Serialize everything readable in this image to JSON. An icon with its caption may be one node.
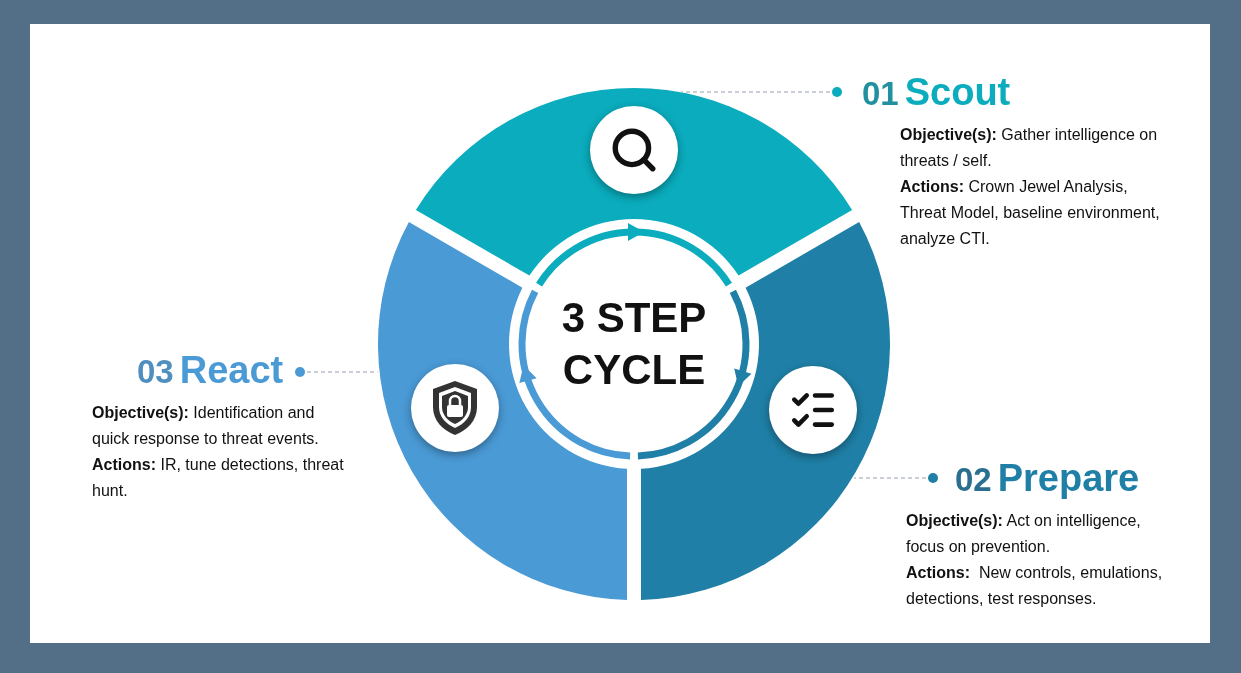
{
  "diagram": {
    "nodes": [
      {
        "text": [
          "3 STEP CYCLE"
        ]
      },
      {
        "text": [],
        "shape": "segment"
      },
      {
        "text": [],
        "shape": "segment"
      },
      {
        "text": [],
        "shape": "segment"
      },
      {
        "text": [
          "01",
          "Scout",
          "**Objective(s):** Gather intelligence on threats / self.",
          "**Actions:** Crown Jewel Analysis, Threat Model, baseline environment, analyze CTI."
        ]
      },
      {
        "text": [
          "02",
          "Prepare",
          "**Objective(s):** Act on intelligence, focus on prevention.",
          "**Actions:**  New controls, emulations, detections, test responses."
        ]
      },
      {
        "text": [
          "03",
          "React",
          "**Objective(s):** Identification and quick response to threat events.",
          "**Actions:** IR, tune detections, threat hunt."
        ]
      }
    ],
    "edges": [
      {
        "from": 4,
        "to": 1,
        "arrow": "other",
        "style": "dashed"
      },
      {
        "from": 5,
        "to": 2,
        "arrow": "other",
        "style": "dashed"
      },
      {
        "from": 6,
        "to": 3,
        "arrow": "other",
        "style": "dashed"
      }
    ]
  }
}
